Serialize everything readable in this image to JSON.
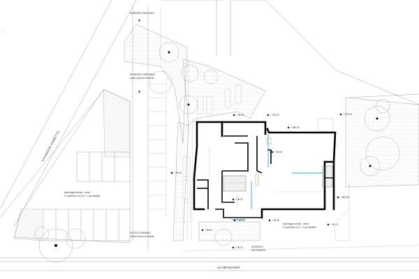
{
  "labels": {
    "street_bottom": "VIA BRUSAURA",
    "street_left": "VIA ANGONI DONETTO",
    "ingresso_pedonale_top": "INGRESSO PEDONALE",
    "ingresso_carrabile_1": "INGRESSO CARRABILE",
    "ingresso_carrabile_1_sub": "uscita a senso di marcia",
    "uscita_carrabile": "USCITA CARRABILE",
    "uscita_carrabile_sub": "uscita a senso di marcia",
    "parcheggio_left_line1": "parcheggio privato - verde",
    "parcheggio_left_line2": "n° posti auto: 32 (13 + 1 per disabili)",
    "parcheggio_right_line1": "parcheggio privato - verde",
    "parcheggio_right_line2": "n° posti auto: 8 (7 + 1 per disabili)",
    "ingresso_ristorante": "INGRESSO",
    "ingresso_ristorante_sub": "RISTORANTE",
    "level_1": "+ 55.05",
    "level_2": "+ 575.09",
    "level_3": "+ 575.09",
    "level_4": "+ 585.09",
    "level_5": "+ 55.06",
    "level_6": "+ 55.00",
    "level_7": "+ 585.09",
    "level_8": "+ 55.00",
    "level_9": "+ 55.00",
    "level_10": "+ 55.30",
    "level_11": "+ 55.05",
    "level_12": "+ 55.20",
    "level_13": "+ 55.10"
  },
  "colors": {
    "wall": "#000000",
    "glass": "#2aa6d6",
    "hatch": "#9a9a9a"
  }
}
